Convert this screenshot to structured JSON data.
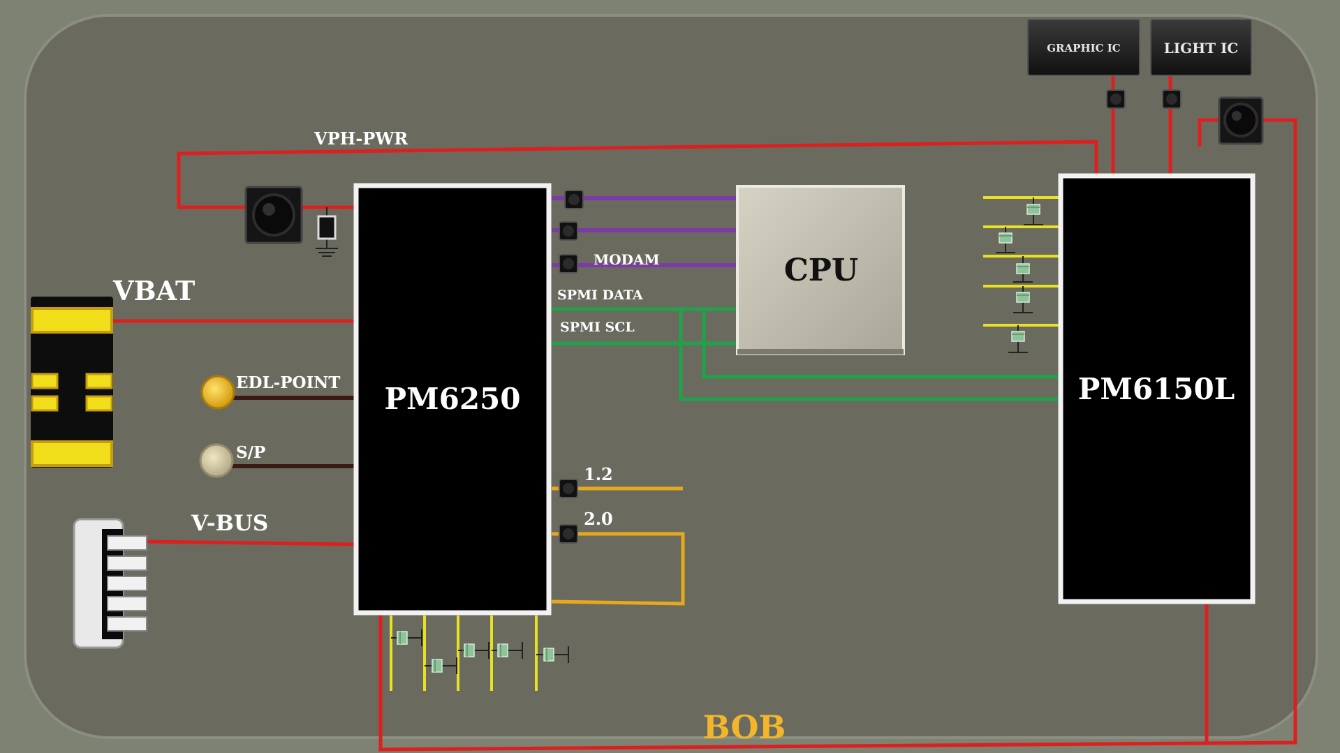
{
  "chips": {
    "pmic_main": "PM6250",
    "pmic_secondary": "PM6150L",
    "cpu": "CPU",
    "graphic_ic": "GRAPHIC IC",
    "light_ic": "LIGHT IC"
  },
  "labels": {
    "vph_pwr": "VPH-PWR",
    "vbat": "VBAT",
    "edl_point": "EDL-POINT",
    "sp": "S/P",
    "vbus": "V-BUS",
    "modam": "MODAM",
    "spmi_data": "SPMI DATA",
    "spmi_scl": "SPMI SCL",
    "rail_1_2": "1.2",
    "rail_2_0": "2.0",
    "bob": "BOB"
  },
  "colors": {
    "board": "#6a6b5e",
    "power_line": "#dd1f1f",
    "spmi_line": "#1fa34a",
    "modem_line": "#7b3aa6",
    "rail_line": "#e8a81c",
    "decap_line": "#e8e020",
    "bob_label": "#f2b62c"
  }
}
